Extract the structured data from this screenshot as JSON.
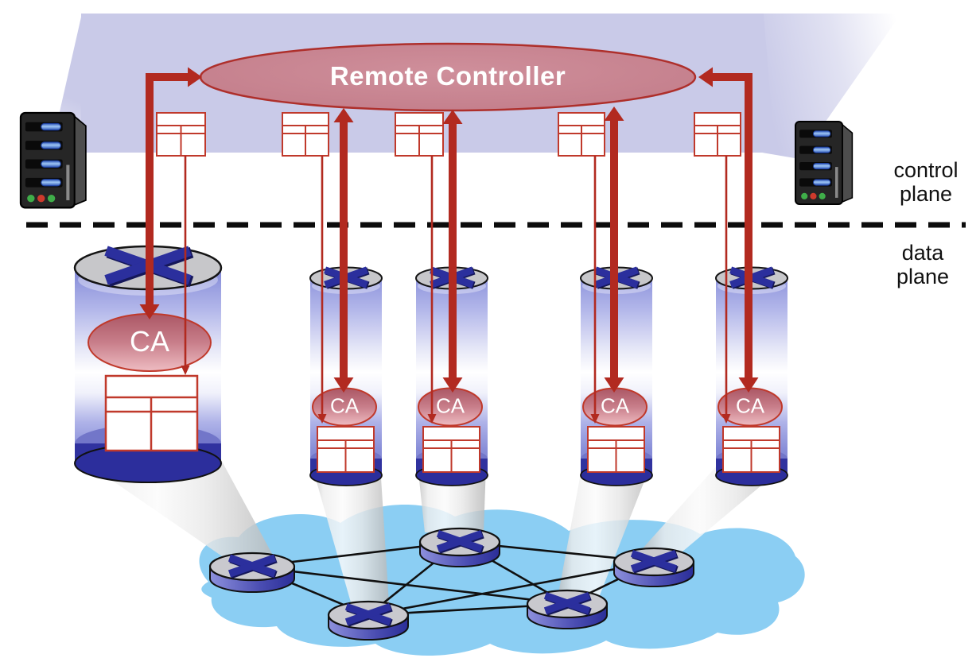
{
  "controller": {
    "label": "Remote Controller"
  },
  "plane_labels": {
    "control": {
      "line1": "control",
      "line2": "plane"
    },
    "data": {
      "line1": "data",
      "line2": "plane"
    }
  },
  "agents": [
    {
      "label": "CA"
    },
    {
      "label": "CA"
    },
    {
      "label": "CA"
    },
    {
      "label": "CA"
    },
    {
      "label": "CA"
    }
  ],
  "colors": {
    "control_plane_bg": "#c9cae8",
    "controller_fill": "#c5808d",
    "controller_border": "#ae2f2b",
    "arrow_red": "#b22a20",
    "table_border_red": "#c0392b",
    "cylinder_blue": "#7d83d3",
    "cylinder_base_blue": "#30329f",
    "router_symbol_navy": "#2b2f9d",
    "cloud_blue": "#8bcef3",
    "beam_gray": "#dddddd",
    "plane_label_text": "#111111",
    "controller_text": "#ffffff"
  },
  "icons": {
    "server": "server-tower-icon",
    "flow_table": "flow-table-icon",
    "router": "router-x-icon",
    "switch": "switch-cylinder-icon",
    "cloud": "network-cloud-icon",
    "control_arrow": "control-message-arrow-icon"
  }
}
